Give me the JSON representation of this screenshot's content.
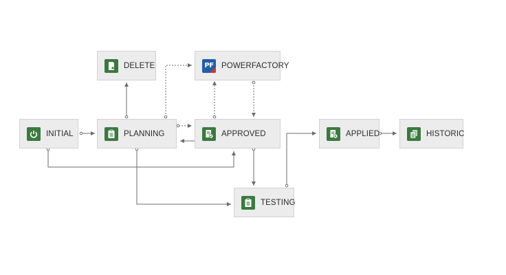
{
  "nodes": {
    "delete": "DELETE",
    "powerfactory": "POWERFACTORY",
    "powerfactory_badge": "PF",
    "initial": "INITIAL",
    "planning": "PLANNING",
    "approved": "APPROVED",
    "applied": "APPLIED",
    "historic": "HISTORIC",
    "testing": "TESTING"
  },
  "colors": {
    "node_fill": "#ececec",
    "node_border": "#d2d2d2",
    "icon_green": "#3a7a3e",
    "pf_blue": "#1f5fa8",
    "pf_red": "#d9342b",
    "wire": "#6b6b6b"
  },
  "icons": {
    "delete": "document-x-icon",
    "powerfactory": "powerfactory-logo",
    "initial": "power-icon",
    "planning": "clipboard-icon",
    "approved": "document-check-icon",
    "applied": "document-gear-icon",
    "historic": "documents-stack-icon",
    "testing": "clipboard-icon"
  }
}
